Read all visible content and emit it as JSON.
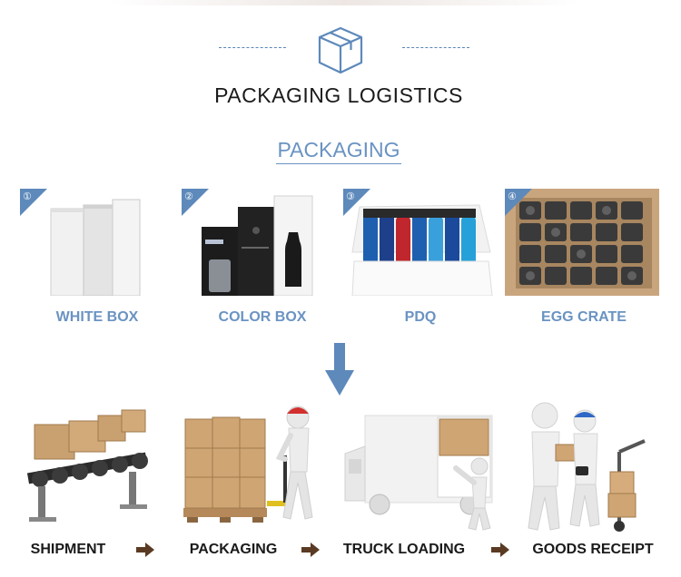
{
  "header": {
    "title": "PACKAGING LOGISTICS",
    "icon": "box-icon"
  },
  "section": {
    "title": "PACKAGING"
  },
  "packaging_types": [
    {
      "number": "①",
      "label": "WHITE BOX"
    },
    {
      "number": "②",
      "label": "COLOR BOX"
    },
    {
      "number": "③",
      "label": "PDQ"
    },
    {
      "number": "④",
      "label": "EGG CRATE"
    }
  ],
  "process_steps": [
    {
      "label": "SHIPMENT"
    },
    {
      "label": "PACKAGING"
    },
    {
      "label": "TRUCK LOADING"
    },
    {
      "label": "GOODS RECEIPT"
    }
  ],
  "colors": {
    "accent": "#6a93c2",
    "icon_blue": "#5d89bb",
    "arrow_brown": "#5a3a22",
    "cardboard": "#c9a070"
  }
}
